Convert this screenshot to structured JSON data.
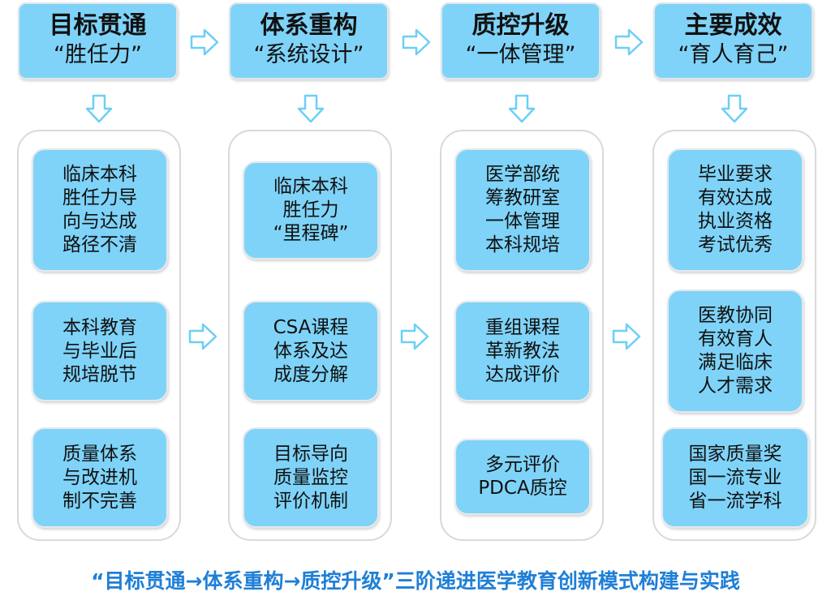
{
  "columns": [
    {
      "title": "目标贯通",
      "subtitle": "“胜任力”",
      "items": [
        [
          "临床本科",
          "胜任力导",
          "向与达成",
          "路径不清"
        ],
        [
          "本科教育",
          "与毕业后",
          "规培脱节"
        ],
        [
          "质量体系",
          "与改进机",
          "制不完善"
        ]
      ]
    },
    {
      "title": "体系重构",
      "subtitle": "“系统设计”",
      "items": [
        [
          "临床本科",
          "胜任力",
          "“里程碑”"
        ],
        [
          "CSA课程",
          "体系及达",
          "成度分解"
        ],
        [
          "目标导向",
          "质量监控",
          "评价机制"
        ]
      ]
    },
    {
      "title": "质控升级",
      "subtitle": "“一体管理”",
      "items": [
        [
          "医学部统",
          "筹教研室",
          "一体管理",
          "本科规培"
        ],
        [
          "重组课程",
          "革新教法",
          "达成评价"
        ],
        [
          "多元评价",
          "PDCA质控"
        ]
      ]
    },
    {
      "title": "主要成效",
      "subtitle": "“育人育己”",
      "items": [
        [
          "毕业要求",
          "有效达成",
          "执业资格",
          "考试优秀"
        ],
        [
          "医教协同",
          "有效育人",
          "满足临床",
          "人才需求"
        ],
        [
          "国家质量奖",
          "国一流专业",
          "省一流学科"
        ]
      ]
    }
  ],
  "footer": "“目标贯通→体系重构→质控升级”三阶递进医学教育创新模式构建与实践",
  "colors": {
    "box_fill": "#7fd3f8",
    "arrow": "#6ccff5",
    "footer_text": "#1f7fd6"
  }
}
